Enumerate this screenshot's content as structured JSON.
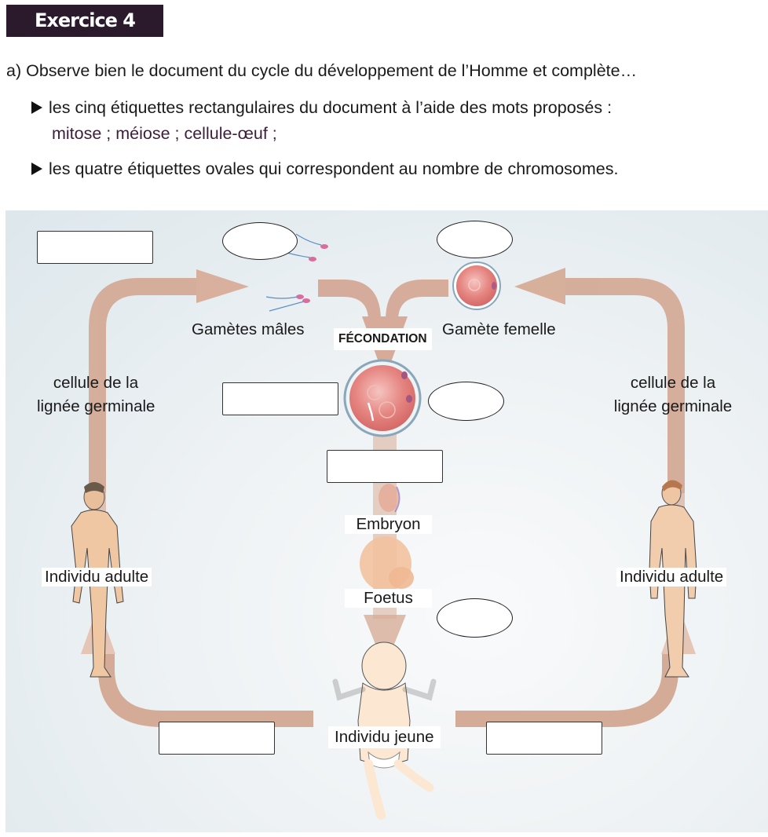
{
  "header": {
    "exercise_title": "Exercice 4"
  },
  "instructions": {
    "intro": "a) Observe bien le document du cycle du développement de l’Homme et complète…",
    "bullet1_line1": "les cinq étiquettes rectangulaires du document à l’aide des mots proposés :",
    "bullet1_words": "mitose ; méiose ; cellule-œuf ;",
    "bullet2": "les quatre étiquettes ovales qui correspondent au nombre de chromosomes."
  },
  "diagram": {
    "labels": {
      "male_gametes": "Gamètes mâles",
      "female_gamete": "Gamète femelle",
      "fertilization": "FÉCONDATION",
      "germline_left_1": "cellule de la",
      "germline_left_2": "lignée germinale",
      "germline_right_1": "cellule de la",
      "germline_right_2": "lignée germinale",
      "embryo": "Embryon",
      "fetus": "Foetus",
      "adult_left": "Individu adulte",
      "adult_right": "Individu adulte",
      "young": "Individu jeune"
    },
    "rect_blanks": [
      {
        "id": "top-left",
        "value": ""
      },
      {
        "id": "egg-left",
        "value": ""
      },
      {
        "id": "below-egg",
        "value": ""
      },
      {
        "id": "bottom-left",
        "value": ""
      },
      {
        "id": "bottom-right",
        "value": ""
      }
    ],
    "oval_blanks": [
      {
        "id": "male-gametes",
        "value": ""
      },
      {
        "id": "female-gamete",
        "value": ""
      },
      {
        "id": "egg-cell",
        "value": ""
      },
      {
        "id": "fetus",
        "value": ""
      }
    ],
    "colors": {
      "arrow": "#d7ad98",
      "cell": "#e07a78",
      "cell_border": "#8aa7b9",
      "skin": "#f2cda8"
    }
  }
}
